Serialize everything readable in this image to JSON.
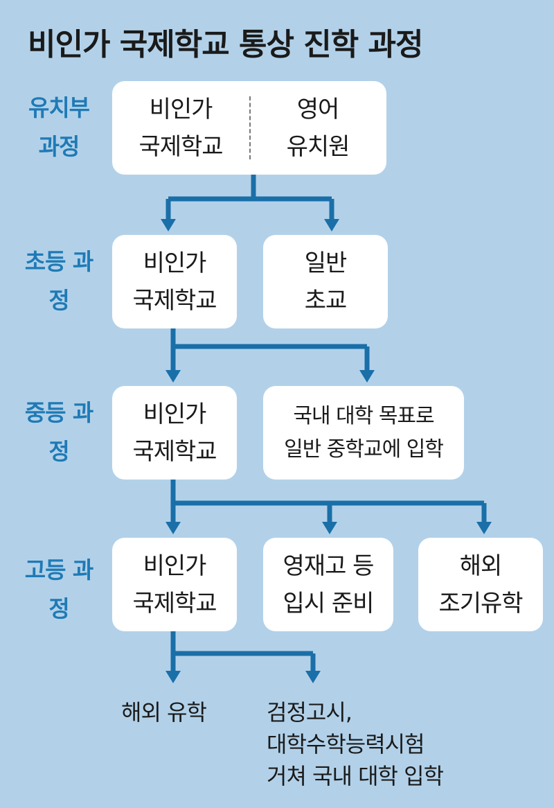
{
  "title": "비인가 국제학교 통상 진학 과정",
  "stages": {
    "kindergarten": "유치부\n과정",
    "elementary": "초등\n과정",
    "middle": "중등\n과정",
    "high": "고등\n과정"
  },
  "boxes": {
    "kg_intl": "비인가\n국제학교",
    "kg_english": "영어\n유치원",
    "elem_intl": "비인가\n국제학교",
    "elem_general": "일반\n초교",
    "mid_intl": "비인가\n국제학교",
    "mid_general": "국내 대학 목표로\n일반 중학교에 입학",
    "high_intl": "비인가\n국제학교",
    "high_gifted": "영재고 등\n입시 준비",
    "high_abroad": "해외\n조기유학"
  },
  "outcomes": {
    "abroad_study": "해외 유학",
    "domestic": "검정고시,\n대학수학능력시험\n거쳐 국내 대학 입학"
  },
  "colors": {
    "background": "#b2d1e9",
    "arrow": "#1a6fa8",
    "stage_label": "#1f7ab5",
    "box": "#ffffff"
  }
}
